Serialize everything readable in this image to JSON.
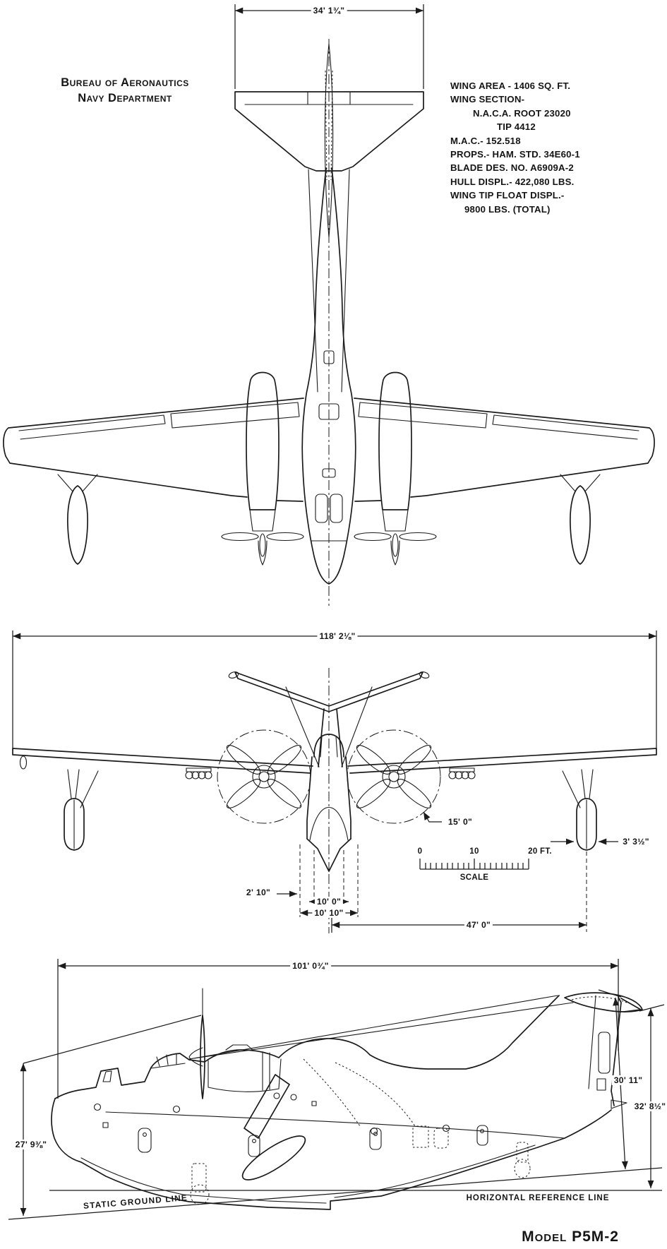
{
  "title_block": {
    "line1": "Bureau of Aeronautics",
    "line2": "Navy Department"
  },
  "specs": {
    "lines": [
      "WING AREA - 1406 SQ. FT.",
      "WING SECTION-",
      "N.A.C.A. ROOT 23020",
      "TIP 4412",
      "M.A.C.- 152.518",
      "PROPS.- HAM. STD. 34E60-1",
      "BLADE DES. NO. A6909A-2",
      "HULL DISPL.- 422,080 LBS.",
      "WING TIP FLOAT DISPL.-",
      "9800 LBS. (TOTAL)"
    ]
  },
  "dimensions": {
    "tail_span": "34' 1¾\"",
    "wing_span": "118' 2⅛\"",
    "prop_diameter": "15' 0\"",
    "float_beam": "3' 3½\"",
    "chine_offset": "2' 10\"",
    "hull_beam_inner": "10' 0\"",
    "hull_beam_outer": "10' 10\"",
    "float_distance": "47' 0\"",
    "overall_length": "101' 0¾\"",
    "height_fin_top": "30' 11\"",
    "height_overall": "32' 8½\"",
    "nose_height": "27' 9⅜\""
  },
  "scale_bar": {
    "start": "0",
    "mid": "10",
    "end": "20 FT.",
    "label": "SCALE"
  },
  "reference_lines": {
    "static_ground": "STATIC GROUND LINE",
    "horizontal_reference": "HORIZONTAL REFERENCE LINE"
  },
  "model": {
    "label": "Model P5M-2"
  },
  "drawing": {
    "line_color": "#1b1b1b",
    "background_color": "#ffffff",
    "views": [
      "plan-view",
      "front-view",
      "side-view"
    ]
  }
}
